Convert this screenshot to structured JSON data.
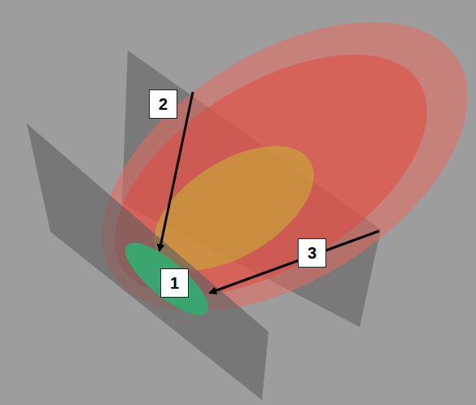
{
  "diagram": {
    "labels": [
      "2",
      "1",
      "3"
    ]
  }
}
